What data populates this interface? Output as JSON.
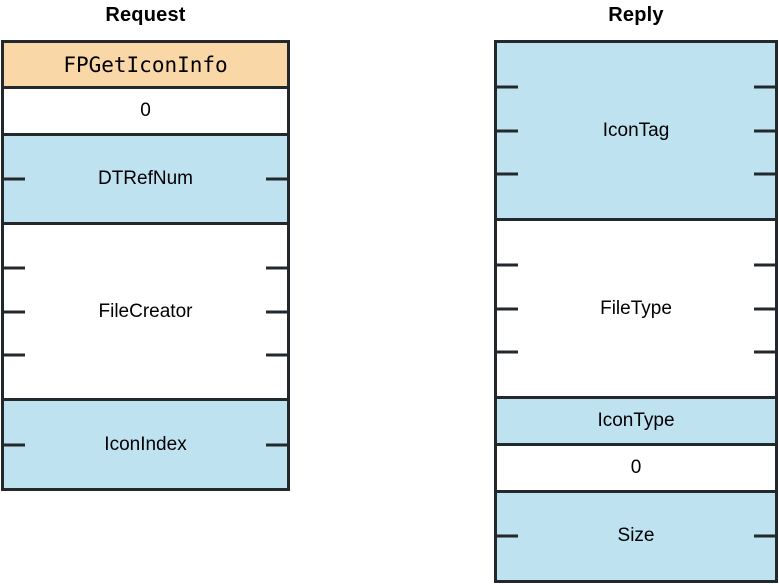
{
  "colors": {
    "line": "#22282c",
    "blue": "#bfe2f1",
    "peach": "#fad7a6",
    "white": "#ffffff",
    "text": "#000000"
  },
  "request": {
    "title": "Request",
    "fields": [
      {
        "label": "FPGetIconInfo",
        "units": 1,
        "fill": "peach",
        "mono": true
      },
      {
        "label": "0",
        "units": 1,
        "fill": "white",
        "mono": false
      },
      {
        "label": "DTRefNum",
        "units": 2,
        "fill": "blue",
        "mono": false
      },
      {
        "label": "FileCreator",
        "units": 4,
        "fill": "white",
        "mono": false
      },
      {
        "label": "IconIndex",
        "units": 2,
        "fill": "blue",
        "mono": false
      }
    ]
  },
  "reply": {
    "title": "Reply",
    "fields": [
      {
        "label": "IconTag",
        "units": 4,
        "fill": "blue",
        "mono": false
      },
      {
        "label": "FileType",
        "units": 4,
        "fill": "white",
        "mono": false
      },
      {
        "label": "IconType",
        "units": 1,
        "fill": "blue",
        "mono": false
      },
      {
        "label": "0",
        "units": 1,
        "fill": "white",
        "mono": false
      },
      {
        "label": "Size",
        "units": 2,
        "fill": "blue",
        "mono": false
      }
    ]
  }
}
